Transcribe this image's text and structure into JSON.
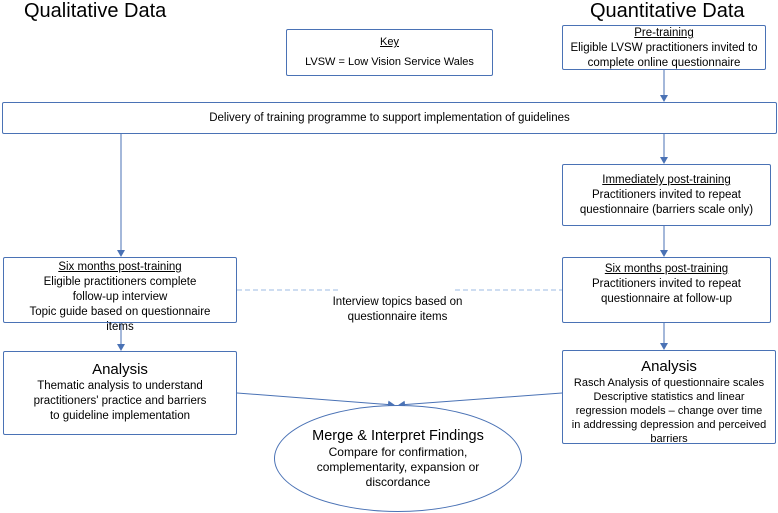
{
  "headings": {
    "left": "Qualitative Data",
    "right": "Quantitative Data"
  },
  "key": {
    "title": "Key",
    "text": "LVSW = Low Vision Service Wales"
  },
  "pre_training": {
    "title": "Pre-training",
    "lines": [
      "Eligible LVSW practitioners invited to",
      "complete online questionnaire"
    ]
  },
  "delivery": {
    "text": "Delivery of training programme to support implementation of guidelines"
  },
  "immediately_post": {
    "title": "Immediately post-training",
    "lines": [
      "Practitioners invited to repeat",
      "questionnaire (barriers scale only)"
    ]
  },
  "six_months_left": {
    "title": "Six months post-training",
    "lines": [
      "Eligible practitioners complete",
      "follow-up interview",
      "Topic guide based on questionnaire",
      "items"
    ]
  },
  "interview_topics": {
    "lines": [
      "Interview topics based on",
      "questionnaire items"
    ]
  },
  "six_months_right": {
    "title": "Six months post-training",
    "lines": [
      "Practitioners invited to repeat",
      "questionnaire at follow-up"
    ]
  },
  "analysis_left": {
    "title": "Analysis",
    "lines": [
      "Thematic analysis to understand",
      "practitioners' practice and barriers",
      "to guideline implementation"
    ]
  },
  "analysis_right": {
    "title": "Analysis",
    "lines": [
      "Rasch Analysis of questionnaire scales",
      "Descriptive statistics and linear",
      "regression models – change over time",
      "in addressing depression and perceived",
      "barriers"
    ]
  },
  "merge": {
    "title": "Merge & Interpret Findings",
    "lines": [
      "Compare for confirmation,",
      "complementarity, expansion or",
      "discordance"
    ]
  },
  "colors": {
    "line": "#4a72b5",
    "dashed": "#9dbbe3"
  }
}
